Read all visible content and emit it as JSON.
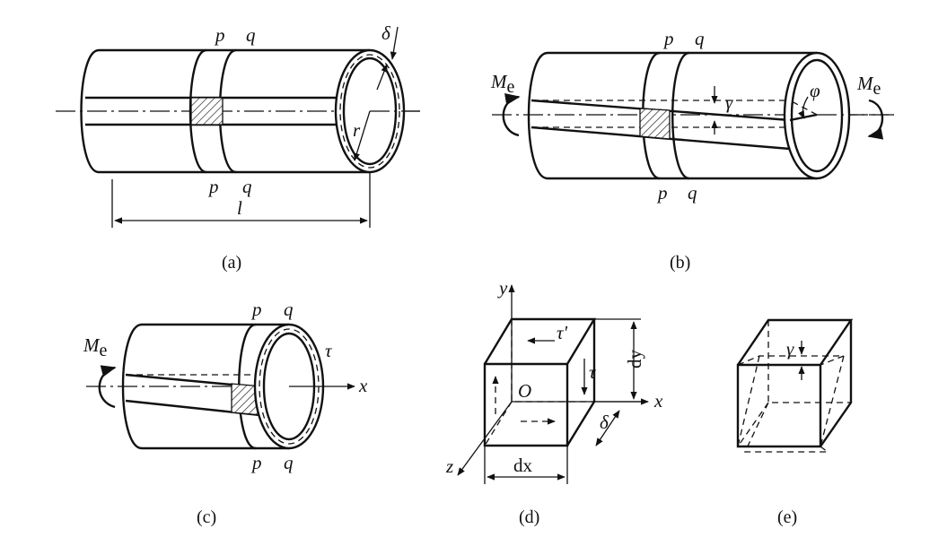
{
  "panel_a": {
    "caption": "(a)",
    "label_p_top": "p",
    "label_q_top": "q",
    "label_p_bottom": "p",
    "label_q_bottom": "q",
    "label_length": "l",
    "label_radius": "r",
    "label_thickness": "δ"
  },
  "panel_b": {
    "caption": "(b)",
    "label_p_top": "p",
    "label_q_top": "q",
    "label_p_bottom": "p",
    "label_q_bottom": "q",
    "label_moment_left": "M",
    "label_moment_left_sub": "e",
    "label_moment_right": "M",
    "label_moment_right_sub": "e",
    "label_gamma": "γ",
    "label_phi": "φ"
  },
  "panel_c": {
    "caption": "(c)",
    "label_p_top": "p",
    "label_q_top": "q",
    "label_p_bottom": "p",
    "label_q_bottom": "q",
    "label_moment": "M",
    "label_moment_sub": "e",
    "label_tau": "τ",
    "label_x": "x"
  },
  "panel_d": {
    "caption": "(d)",
    "label_y": "y",
    "label_x": "x",
    "label_z": "z",
    "label_origin": "O",
    "label_tau_prime": "τ'",
    "label_tau": "τ",
    "label_dx": "dx",
    "label_dy": "dy",
    "label_delta": "δ"
  },
  "panel_e": {
    "caption": "(e)",
    "label_gamma": "γ"
  }
}
